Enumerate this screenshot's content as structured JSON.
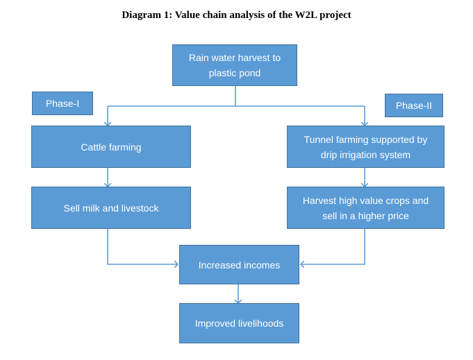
{
  "title": "Diagram 1: Value chain analysis of the W2L project",
  "colors": {
    "box_fill": "#5b9bd5",
    "box_border": "#41719c",
    "connector": "#5b9bd5",
    "text": "#ffffff"
  },
  "nodes": {
    "rainwater": "Rain water harvest to\nplastic pond",
    "phase1": "Phase-I",
    "phase2": "Phase-II",
    "cattle": "Cattle farming",
    "tunnel": "Tunnel farming supported by\ndrip irrigation system",
    "milk": "Sell milk and livestock",
    "harvest": "Harvest high value crops and\nsell in a higher price",
    "incomes": "Increased incomes",
    "livelihoods": "Improved livelihoods"
  }
}
